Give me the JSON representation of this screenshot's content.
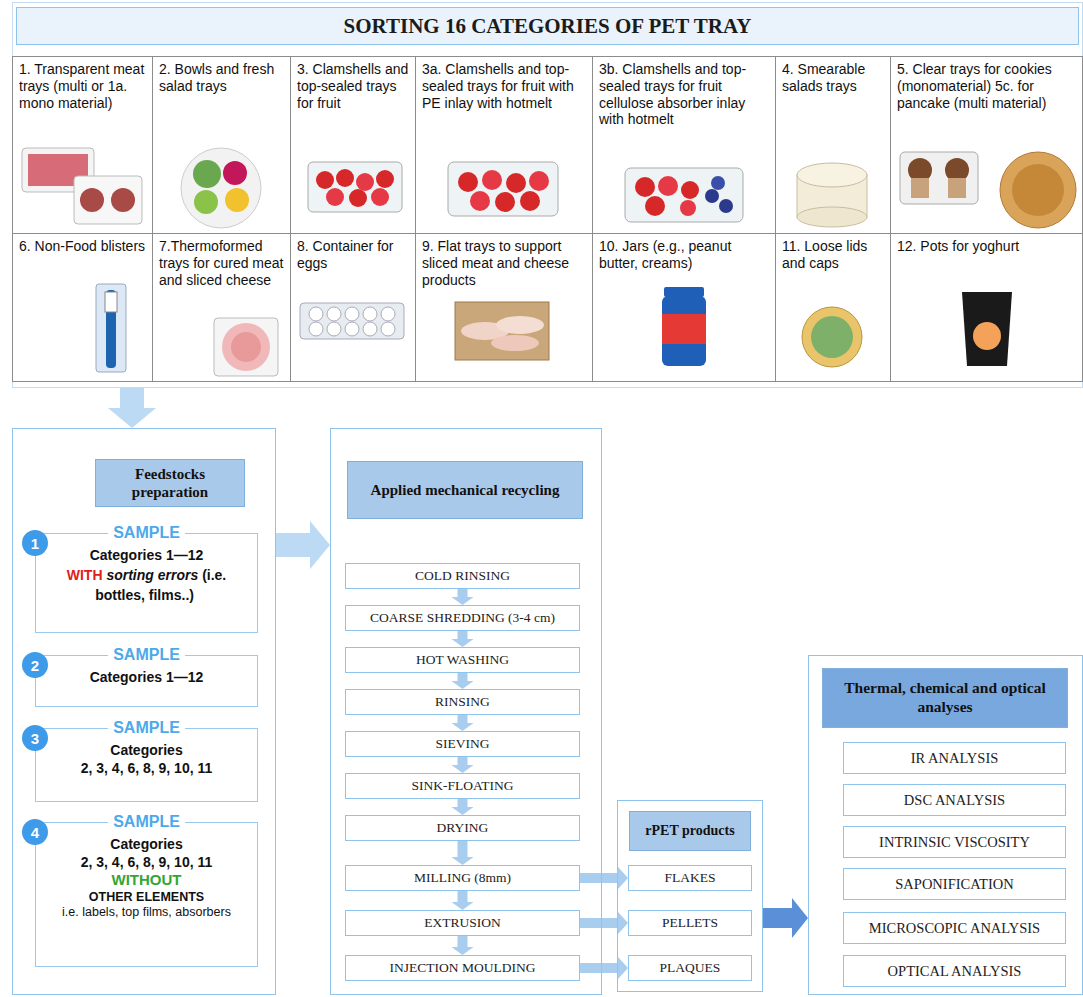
{
  "diagram": {
    "nodes": [
      {
        "text": [
          "SORTING 16 CATEGORIES OF PET TRAY"
        ]
      },
      {
        "text": [
          "1. Transparent meat trays (multi or 1a. mono material)"
        ],
        "in": 0
      },
      {
        "text": [
          "2. Bowls and fresh salad trays"
        ],
        "in": 0
      },
      {
        "text": [
          "3. Clamshells and top-sealed trays for fruit"
        ],
        "in": 0
      },
      {
        "text": [
          "3a. Clamshells and top-sealed trays for fruit with PE inlay with hotmelt"
        ],
        "in": 0
      },
      {
        "text": [
          "3b. Clamshells and top-sealed trays for fruit cellulose absorber inlay with hotmelt"
        ],
        "in": 0
      },
      {
        "text": [
          "4. Smearable salads trays"
        ],
        "in": 0
      },
      {
        "text": [
          "5. Clear trays for cookies (monomaterial) 5c. for pancake (multi material)"
        ],
        "in": 0
      },
      {
        "text": [
          "6. Non-Food blisters"
        ],
        "in": 0
      },
      {
        "text": [
          "7.Thermoformed trays for cured meat and sliced cheese"
        ],
        "in": 0
      },
      {
        "text": [
          "8. Container for eggs"
        ],
        "in": 0
      },
      {
        "text": [
          "9. Flat trays to support sliced meat and cheese products"
        ],
        "in": 0
      },
      {
        "text": [
          "10. Jars (e.g., peanut butter, creams)"
        ],
        "in": 0
      },
      {
        "text": [
          "11. Loose lids and caps"
        ],
        "in": 0
      },
      {
        "text": [
          "12. Pots for yoghurt"
        ],
        "in": 0
      },
      {
        "text": [
          "Feedstocks preparation"
        ]
      },
      {
        "text": [
          "SAMPLE",
          "Categories 1—12",
          "WITH",
          "sorting errors",
          "(i.e. bottles, films..)"
        ],
        "in": 15
      },
      {
        "text": [
          "1"
        ],
        "in": 16
      },
      {
        "text": [
          "SAMPLE",
          "Categories 1—12"
        ],
        "in": 15
      },
      {
        "text": [
          "2"
        ],
        "in": 18
      },
      {
        "text": [
          "SAMPLE",
          "Categories",
          "2, 3, 4, 6, 8, 9, 10, 11"
        ],
        "in": 15
      },
      {
        "text": [
          "3"
        ],
        "in": 20
      },
      {
        "text": [
          "SAMPLE",
          "Categories",
          "2, 3, 4, 6, 8, 9, 10, 11",
          "WITHOUT",
          "OTHER ELEMENTS",
          "i.e. labels, top films, absorbers"
        ],
        "in": 15
      },
      {
        "text": [
          "4"
        ],
        "in": 22
      },
      {
        "text": [
          "Applied mechanical recycling"
        ]
      },
      {
        "text": [
          "COLD RINSING"
        ],
        "in": 24
      },
      {
        "text": [
          "COARSE SHREDDING (3-4 cm)"
        ],
        "in": 24
      },
      {
        "text": [
          "HOT WASHING"
        ],
        "in": 24
      },
      {
        "text": [
          "RINSING"
        ],
        "in": 24
      },
      {
        "text": [
          "SIEVING"
        ],
        "in": 24
      },
      {
        "text": [
          "SINK-FLOATING"
        ],
        "in": 24
      },
      {
        "text": [
          "DRYING"
        ],
        "in": 24
      },
      {
        "text": [
          "MILLING (8mm)"
        ],
        "in": 24
      },
      {
        "text": [
          "EXTRUSION"
        ],
        "in": 24
      },
      {
        "text": [
          "INJECTION MOULDING"
        ],
        "in": 24
      },
      {
        "text": [
          "rPET products"
        ]
      },
      {
        "text": [
          "FLAKES"
        ],
        "in": 35
      },
      {
        "text": [
          "PELLETS"
        ],
        "in": 35
      },
      {
        "text": [
          "PLAQUES"
        ],
        "in": 35
      },
      {
        "text": [
          "Thermal, chemical and optical analyses"
        ]
      },
      {
        "text": [
          "IR ANALYSIS"
        ],
        "in": 39
      },
      {
        "text": [
          "DSC ANALYSIS"
        ],
        "in": 39
      },
      {
        "text": [
          "INTRINSIC VISCOSITY"
        ],
        "in": 39
      },
      {
        "text": [
          "SAPONIFICATION"
        ],
        "in": 39
      },
      {
        "text": [
          "MICROSCOPIC ANALYSIS"
        ],
        "in": 39
      },
      {
        "text": [
          "OPTICAL ANALYSIS"
        ],
        "in": 39
      }
    ],
    "edges": [
      {
        "from": 0,
        "to": 15,
        "arrow": "to"
      },
      {
        "from": 15,
        "to": 24,
        "arrow": "to"
      },
      {
        "from": 25,
        "to": 26,
        "arrow": "to"
      },
      {
        "from": 26,
        "to": 27,
        "arrow": "to"
      },
      {
        "from": 27,
        "to": 28,
        "arrow": "to"
      },
      {
        "from": 28,
        "to": 29,
        "arrow": "to"
      },
      {
        "from": 29,
        "to": 30,
        "arrow": "to"
      },
      {
        "from": 30,
        "to": 31,
        "arrow": "to"
      },
      {
        "from": 31,
        "to": 32,
        "arrow": "to"
      },
      {
        "from": 32,
        "to": 33,
        "arrow": "to"
      },
      {
        "from": 33,
        "to": 34,
        "arrow": "to"
      },
      {
        "from": 32,
        "to": 36,
        "arrow": "to"
      },
      {
        "from": 33,
        "to": 37,
        "arrow": "to"
      },
      {
        "from": 34,
        "to": 38,
        "arrow": "to"
      },
      {
        "from": 35,
        "to": 39,
        "arrow": "to"
      }
    ]
  }
}
